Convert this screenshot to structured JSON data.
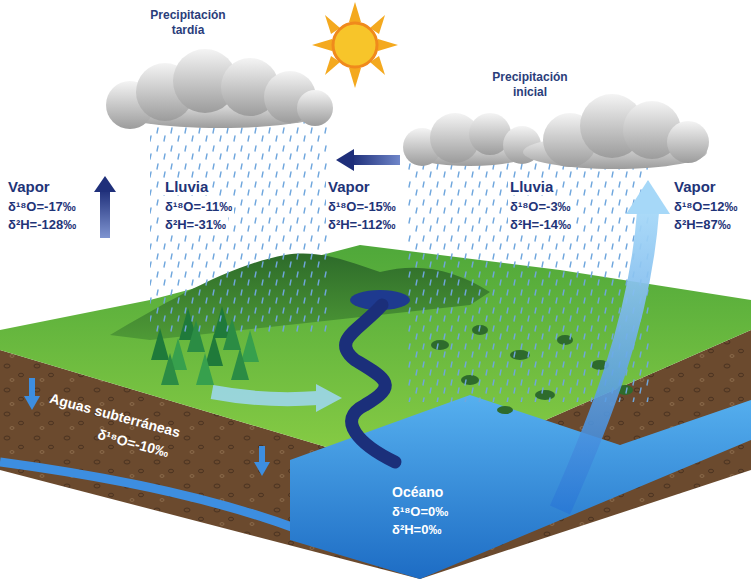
{
  "diagram": {
    "labels": [
      "Precipitación tardía",
      "Precipitación inicial",
      "Vapor",
      "δ¹⁸O=-17‰",
      "δ²H=-128‰",
      "Lluvia",
      "δ¹⁸O=-11‰",
      "δ²H=-31‰",
      "Vapor",
      "δ¹⁸O=-15‰",
      "δ²H=-112‰",
      "Lluvia",
      "δ¹⁸O=-3‰",
      "δ²H=-14‰",
      "Vapor",
      "δ¹⁸O=12‰",
      "δ²H=87‰",
      "Aguas subterráneas",
      "δ¹⁸O=-10‰",
      "Océano",
      "δ¹⁸O=0‰",
      "δ²H=0‰"
    ]
  }
}
